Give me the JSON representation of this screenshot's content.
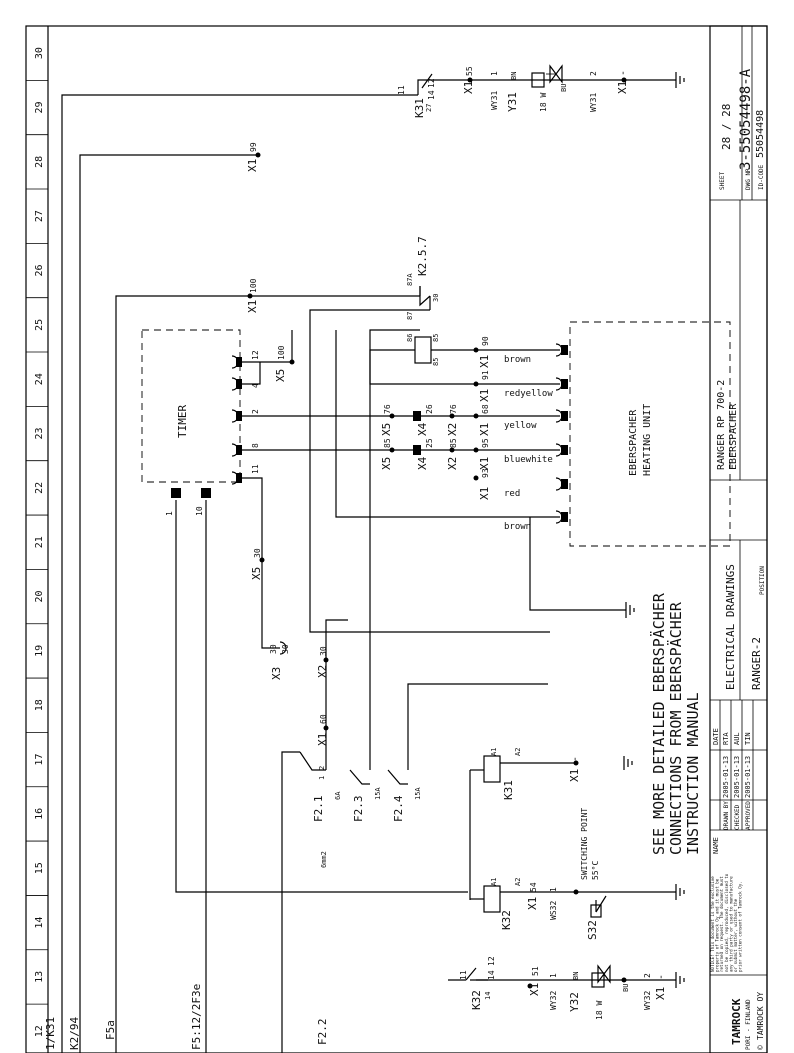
{
  "zone_numbers": [
    "12",
    "13",
    "14",
    "15",
    "16",
    "17",
    "18",
    "19",
    "20",
    "21",
    "22",
    "23",
    "24",
    "25",
    "26",
    "27",
    "28",
    "29",
    "30"
  ],
  "cross_refs": [
    "1/K31",
    "K2/94",
    "F5a",
    "F5:12/2F3e",
    "F2.2"
  ],
  "relays": {
    "k31_top": "K31",
    "k32": "K32",
    "k31": "K31",
    "k2": "K2.5.7"
  },
  "relay_pins": {
    "k31_top_11": "11",
    "k31_top_12": "12",
    "k31_top_14": "14",
    "k31_top_27": "27",
    "k32_11": "11",
    "k32_12": "12",
    "k32_14": "14",
    "k32_14b": "14",
    "k2_30": "30",
    "k2_30b": "30",
    "k2_87a": "87A",
    "k2_87": "87",
    "k2_86": "86",
    "k2_85": "85",
    "k2_85b": "85",
    "a1": "A1",
    "a2": "A2"
  },
  "terminals": {
    "x1_55": "X1",
    "x1_55n": "55",
    "x1_gnd_top": "X1",
    "x1_99": "X1",
    "x1_99n": "99",
    "x1_100": "X1",
    "x1_100n": "100",
    "x1_90": "X1",
    "x1_90n": "90",
    "x1_91": "X1",
    "x1_91n": "91",
    "x1_68": "X1",
    "x1_68n": "68",
    "x1_95": "X1",
    "x1_95n": "95",
    "x1_93": "X1",
    "x1_93n": "93",
    "x5_100": "X5",
    "x5_100n": "100",
    "x5_76": "X5",
    "x5_76n": "76",
    "x5_85": "X5",
    "x5_85n": "85",
    "x4_26": "X4",
    "x4_26n": "26",
    "x4_25": "X4",
    "x4_25n": "25",
    "x2_76": "X2",
    "x2_76n": "76",
    "x2_85": "X2",
    "x2_85n": "85",
    "x5_30": "X5",
    "x5_30n": "30",
    "x3_30": "X3",
    "x3_30n": "30",
    "x3_30m": "30",
    "x2_30": "X2",
    "x2_30n": "30",
    "x1_60": "X1",
    "x1_60n": "60",
    "x1_minus_k31": "X1",
    "x1_54": "X1",
    "x1_54n": "54",
    "x1_51": "X1",
    "x1_51n": "51",
    "x1_minus_bot": "X1",
    "minus": "-"
  },
  "wires": {
    "wy31_1": "WY31",
    "wy31_1n": "1",
    "wy31_2": "WY31",
    "wy31_2n": "2",
    "ws32": "WS32",
    "ws32n": "1",
    "wy32_1": "WY32",
    "wy32_1n": "1",
    "wy32_2": "WY32",
    "wy32_2n": "2"
  },
  "valves": {
    "y31": "Y31",
    "y32": "Y32",
    "bn": "BN",
    "bu": "BU",
    "pin1": "1",
    "pin2": "2",
    "power": "18 W"
  },
  "switch": {
    "label": "S32",
    "symbol": "t°",
    "caption_line1": "SWITCHING POINT",
    "caption_line2": "55°C"
  },
  "fuses": {
    "f21": "F2.1",
    "f21_rating": "6A",
    "f23": "F2.3",
    "f23_rating": "15A",
    "f24": "F2.4",
    "f24_rating": "15A",
    "p1": "1",
    "p2": "2",
    "cable": "6mm2"
  },
  "timer": {
    "label": "TIMER",
    "pins": [
      "12",
      "4",
      "2",
      "8",
      "11"
    ],
    "bottom_pins": [
      "1",
      "10"
    ]
  },
  "wire_colors": [
    "brown",
    "redyellow",
    "yellow",
    "bluewhite",
    "red",
    "brown"
  ],
  "heater": {
    "line1": "EBERSPACHER",
    "line2": "HEATING UNIT"
  },
  "note": [
    "SEE MORE DETAILED EBERSPÄCHER",
    "CONNECTIONS FROM EBERSPÄCHER",
    "INSTRUCTION MANUAL"
  ],
  "title_block": {
    "sheet_label": "SHEET",
    "sheet": "28 / 28",
    "dwg_label": "DWG NR",
    "dwg_no": "3-55054498-A",
    "id_label": "ID-CODE",
    "id_code": "55054498",
    "project": "RANGER RP 700-2",
    "subproject": "EBERSPACHER",
    "title": "ELECTRICAL DRAWINGS",
    "model": "RANGER-2",
    "position_label": "POSITION",
    "date_header": "DATE",
    "name_header": "NAME",
    "rows": [
      {
        "role": "DRAWN BY",
        "date": "2005-01-13",
        "name": "RTA"
      },
      {
        "role": "CHECKED",
        "date": "2005-01-13",
        "name": "AUL"
      },
      {
        "role": "APPROVED",
        "date": "2005-01-13",
        "name": "TIN"
      }
    ],
    "notice": [
      "NOTICE! This document is the exclusive",
      "property of Tamrock Oy and it must be",
      "returned on request. The document must",
      "not be copied, reproduced, disclosed to",
      "any third party or used to manufacture",
      "or submit matter, without the",
      "prior written consent of Tamrock Oy."
    ],
    "company": "TAMROCK OY",
    "copyright": "©",
    "logo": "TAMROCK",
    "location": "PORI - FINLAND"
  }
}
